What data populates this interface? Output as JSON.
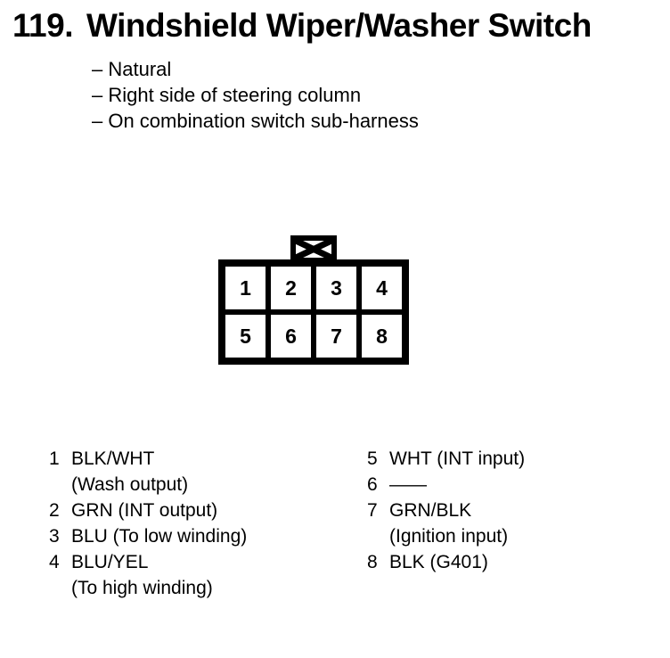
{
  "page": {
    "number": "119.",
    "title": "Windshield Wiper/Washer Switch",
    "notes": [
      "– Natural",
      "– Right side of steering column",
      "– On combination switch sub-harness"
    ]
  },
  "connector": {
    "pins": [
      "1",
      "2",
      "3",
      "4",
      "5",
      "6",
      "7",
      "8"
    ],
    "tab_icon": "crossed-box-lock-tab"
  },
  "legend": {
    "left": [
      {
        "pin": "1",
        "text": "BLK/WHT",
        "sub": "(Wash output)"
      },
      {
        "pin": "2",
        "text": "GRN (INT output)"
      },
      {
        "pin": "3",
        "text": "BLU (To low winding)"
      },
      {
        "pin": "4",
        "text": "BLU/YEL",
        "sub": "(To high winding)"
      }
    ],
    "right": [
      {
        "pin": "5",
        "text": "WHT (INT input)"
      },
      {
        "pin": "6",
        "text": "——"
      },
      {
        "pin": "7",
        "text": "GRN/BLK",
        "sub": "(Ignition input)"
      },
      {
        "pin": "8",
        "text": "BLK (G401)"
      }
    ]
  },
  "colors": {
    "ink": "#000000",
    "paper": "#ffffff"
  }
}
